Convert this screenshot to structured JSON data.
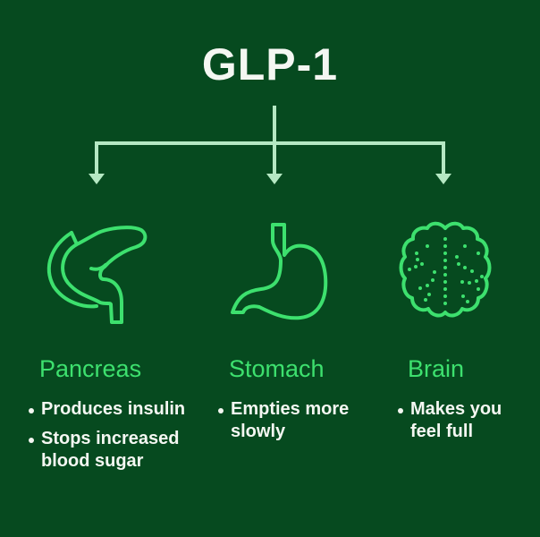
{
  "title": "GLP-1",
  "colors": {
    "background": "#064a1f",
    "icon_green": "#3de06e",
    "connector": "#b5e8c3",
    "text": "#f4f7f2"
  },
  "columns": [
    {
      "name": "Pancreas",
      "icon": "pancreas-icon",
      "bullets": [
        "Produces insulin",
        "Stops increased blood sugar"
      ]
    },
    {
      "name": "Stomach",
      "icon": "stomach-icon",
      "bullets": [
        "Empties more slowly"
      ]
    },
    {
      "name": "Brain",
      "icon": "brain-icon",
      "bullets": [
        "Makes you feel full"
      ]
    }
  ]
}
